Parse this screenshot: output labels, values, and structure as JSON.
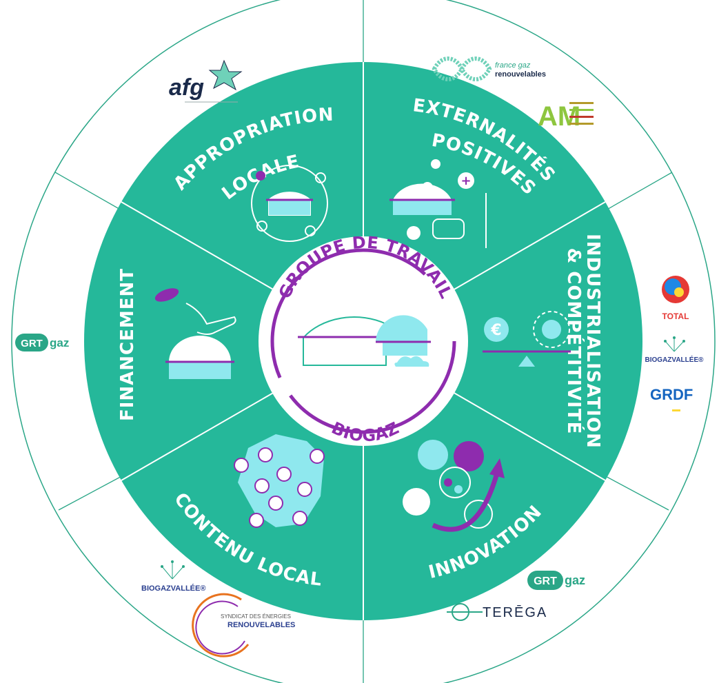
{
  "colors": {
    "teal": "#25b89a",
    "purple": "#8e2cae",
    "light_cyan": "#8fe8ee",
    "white": "#ffffff",
    "line": "#2aa687"
  },
  "center": {
    "top_label": "GROUPE DE TRAVAIL",
    "bottom_label": "BIOGAZ"
  },
  "segments": [
    {
      "id": "appropriation",
      "line1": "APPROPRIATION",
      "line2": "LOCALE",
      "icon": "people-cycle-icon"
    },
    {
      "id": "externalites",
      "line1": "EXTERNALITÉS",
      "line2": "POSITIVES",
      "icon": "plus-cow-wheat-icon"
    },
    {
      "id": "industrialisation",
      "line1": "INDUSTRIALISATION",
      "line2": "& COMPÉTITIVITÉ",
      "icon": "euro-gear-scale-icon"
    },
    {
      "id": "innovation",
      "line1": "INNOVATION",
      "line2": "",
      "icon": "molecule-arrow-icon"
    },
    {
      "id": "contenu",
      "line1": "CONTENU LOCAL",
      "line2": "",
      "icon": "france-map-icon"
    },
    {
      "id": "financement",
      "line1": "FINANCEMENT",
      "line2": "",
      "icon": "hand-coin-icon"
    }
  ],
  "logos": {
    "afg": {
      "text": "afg"
    },
    "france_gaz": {
      "line1": "france gaz",
      "line2": "renouvelables"
    },
    "aam": {
      "letters": "AM"
    },
    "total": {
      "text": "TOTAL"
    },
    "biogaz_vallee_right": {
      "text": "BIOGAZVALLÉE®"
    },
    "grdf": {
      "text": "GRDF"
    },
    "grtgaz_right": {
      "left": "GRT",
      "right": "gaz"
    },
    "terega": {
      "text": "TERĒGA"
    },
    "biogaz_vallee_left": {
      "text": "BIOGAZVALLÉE®"
    },
    "syndicat": {
      "line1": "SYNDICAT DES ÉNERGIES",
      "line2": "RENOUVELABLES"
    },
    "grtgaz_left": {
      "left": "GRT",
      "right": "gaz"
    }
  }
}
